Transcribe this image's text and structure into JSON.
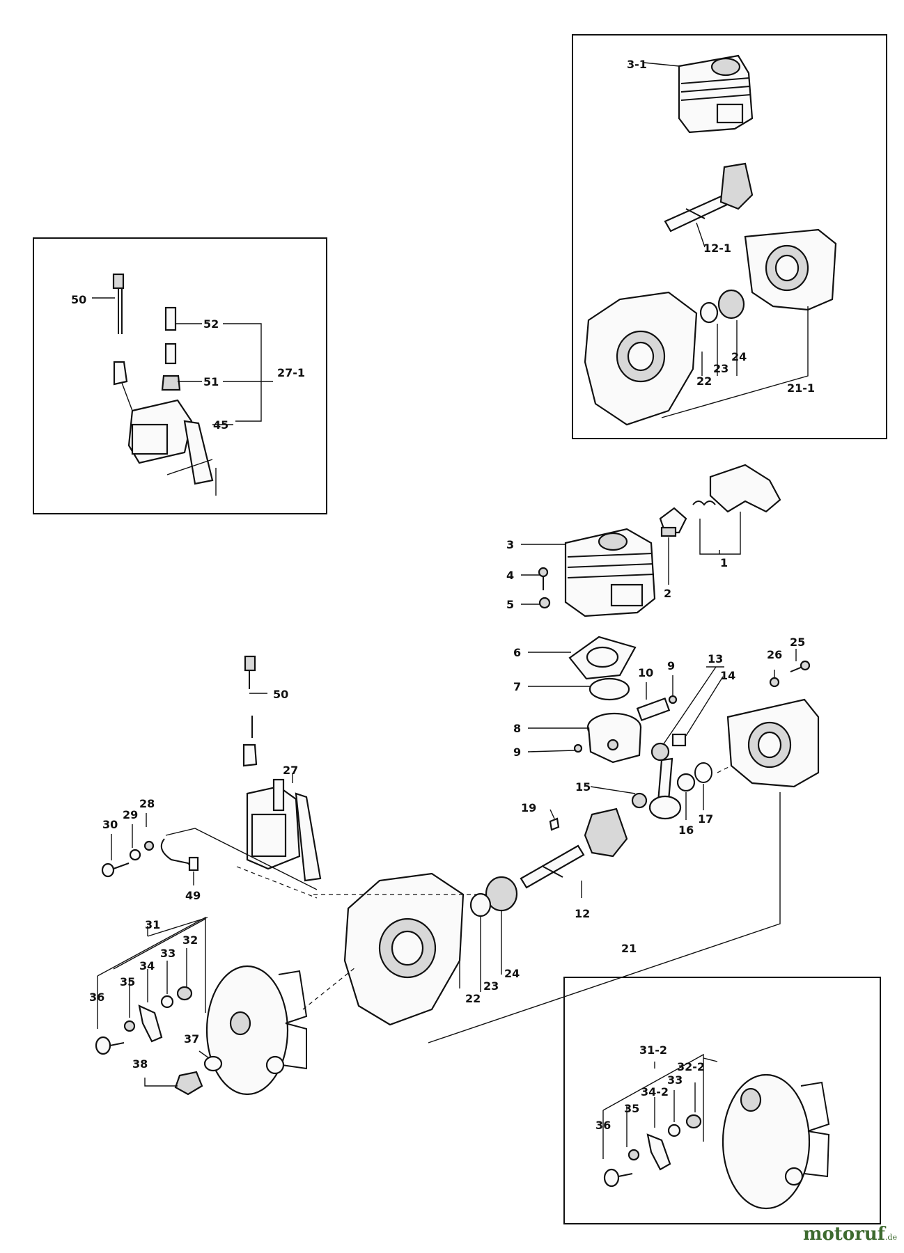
{
  "labels": {
    "main": [
      {
        "id": "1",
        "text": "1"
      },
      {
        "id": "2",
        "text": "2"
      },
      {
        "id": "3",
        "text": "3"
      },
      {
        "id": "4",
        "text": "4"
      },
      {
        "id": "5",
        "text": "5"
      },
      {
        "id": "6",
        "text": "6"
      },
      {
        "id": "7",
        "text": "7"
      },
      {
        "id": "8",
        "text": "8"
      },
      {
        "id": "9a",
        "text": "9"
      },
      {
        "id": "9b",
        "text": "9"
      },
      {
        "id": "10",
        "text": "10"
      },
      {
        "id": "12",
        "text": "12"
      },
      {
        "id": "13",
        "text": "13"
      },
      {
        "id": "14",
        "text": "14"
      },
      {
        "id": "15",
        "text": "15"
      },
      {
        "id": "16",
        "text": "16"
      },
      {
        "id": "17",
        "text": "17"
      },
      {
        "id": "19",
        "text": "19"
      },
      {
        "id": "21",
        "text": "21"
      },
      {
        "id": "22",
        "text": "22"
      },
      {
        "id": "23",
        "text": "23"
      },
      {
        "id": "24",
        "text": "24"
      },
      {
        "id": "25",
        "text": "25"
      },
      {
        "id": "26",
        "text": "26"
      },
      {
        "id": "27",
        "text": "27"
      },
      {
        "id": "28",
        "text": "28"
      },
      {
        "id": "29",
        "text": "29"
      },
      {
        "id": "30",
        "text": "30"
      },
      {
        "id": "31",
        "text": "31"
      },
      {
        "id": "32",
        "text": "32"
      },
      {
        "id": "33",
        "text": "33"
      },
      {
        "id": "34",
        "text": "34"
      },
      {
        "id": "35",
        "text": "35"
      },
      {
        "id": "36",
        "text": "36"
      },
      {
        "id": "37",
        "text": "37"
      },
      {
        "id": "38",
        "text": "38"
      },
      {
        "id": "49",
        "text": "49"
      },
      {
        "id": "50",
        "text": "50"
      }
    ],
    "inset_top_right": [
      {
        "id": "3-1",
        "text": "3-1"
      },
      {
        "id": "12-1",
        "text": "12-1"
      },
      {
        "id": "21-1",
        "text": "21-1"
      },
      {
        "id": "22",
        "text": "22"
      },
      {
        "id": "23",
        "text": "23"
      },
      {
        "id": "24",
        "text": "24"
      }
    ],
    "inset_left": [
      {
        "id": "50",
        "text": "50"
      },
      {
        "id": "52",
        "text": "52"
      },
      {
        "id": "51",
        "text": "51"
      },
      {
        "id": "27-1",
        "text": "27-1"
      },
      {
        "id": "45",
        "text": "45"
      }
    ],
    "inset_bottom_right": [
      {
        "id": "31-2",
        "text": "31-2"
      },
      {
        "id": "32-2",
        "text": "32-2"
      },
      {
        "id": "33",
        "text": "33"
      },
      {
        "id": "34-2",
        "text": "34-2"
      },
      {
        "id": "35",
        "text": "35"
      },
      {
        "id": "36",
        "text": "36"
      }
    ]
  },
  "watermark": {
    "brand": "motoruf",
    "tld": ".de"
  }
}
